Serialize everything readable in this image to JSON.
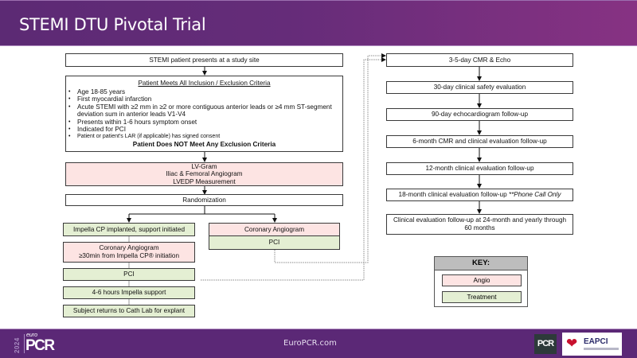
{
  "header": {
    "title": "STEMI DTU Pivotal Trial"
  },
  "flow": {
    "presents": "STEMI patient presents at a study site",
    "criteria": {
      "title": "Patient Meets All Inclusion / Exclusion Criteria",
      "items": [
        "Age 18-85 years",
        "First myocardial infarction",
        "Acute STEMI with ≥2 mm in ≥2 or more contiguous anterior leads or ≥4 mm ST-segment deviation sum in anterior leads V1-V4",
        "Presents within  1-6 hours symptom onset",
        "Indicated for PCI",
        "Patient or patient's LAR (if applicable) has signed consent"
      ],
      "footer": "Patient Does NOT Meet Any Exclusion Criteria"
    },
    "lvgram": [
      "LV-Gram",
      "Iliac & Femoral Angiogram",
      "LVEDP Measurement"
    ],
    "randomization": "Randomization",
    "impella_arm": [
      {
        "text": "Impella CP implanted, support initiated",
        "type": "treatment"
      },
      {
        "text": "Coronary Angiogram",
        "text2": "≥30min from Impella CP® initiation",
        "type": "angio"
      },
      {
        "text": "PCI",
        "type": "treatment"
      },
      {
        "text": "4-6 hours Impella support",
        "type": "treatment"
      },
      {
        "text": "Subject returns to Cath Lab for explant",
        "type": "treatment"
      }
    ],
    "control_arm": [
      {
        "text": "Coronary Angiogram",
        "type": "angio"
      },
      {
        "text": "PCI",
        "type": "treatment"
      }
    ],
    "followup": [
      {
        "text": "3-5-day CMR & Echo"
      },
      {
        "text": "30-day clinical safety evaluation"
      },
      {
        "text": "90-day echocardiogram follow-up"
      },
      {
        "text": "6-month CMR and clinical evaluation follow-up"
      },
      {
        "text": "12-month clinical evaluation follow-up"
      },
      {
        "text": "18-month clinical evaluation follow-up ",
        "note": "**Phone Call Only"
      },
      {
        "text": "Clinical evaluation follow-up at 24-month and yearly through",
        "text2": "60 months"
      }
    ]
  },
  "key": {
    "title": "KEY:",
    "items": [
      {
        "label": "Angio",
        "color": "#fde4e3"
      },
      {
        "label": "Treatment",
        "color": "#e4efd3"
      }
    ]
  },
  "colors": {
    "angio": "#fde4e3",
    "treatment": "#e4efd3",
    "header": "#5c2a74"
  },
  "footer": {
    "url": "EuroPCR.com",
    "logo_year": "2024",
    "logo_euro": "euro",
    "logo_pcr": "PCR",
    "badge_pcr": "PCR",
    "badge_eapci": "EAPCI"
  }
}
